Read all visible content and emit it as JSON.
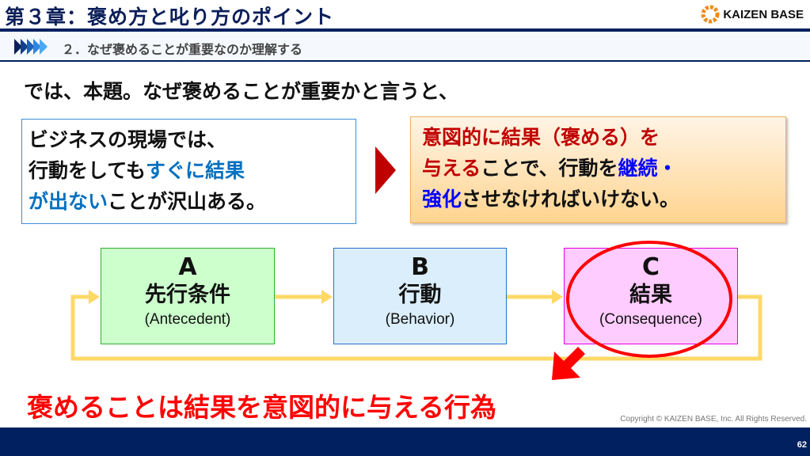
{
  "header": {
    "title": "第３章：褒め方と叱り方のポイント",
    "logo_text": "KAIZEN BASE"
  },
  "subheader": {
    "text": "２．なぜ褒めることが重要なのか理解する"
  },
  "lead": "では、本題。なぜ褒めることが重要かと言うと、",
  "left_box": {
    "line1": "ビジネスの現場では、",
    "line2a": "行動をしても",
    "line2b": "すぐに結果",
    "line3a": "が出ない",
    "line3b": "ことが沢山ある。"
  },
  "right_box": {
    "line1": "意図的に結果（褒める）を",
    "line2a": "与える",
    "line2b": "ことで、行動を",
    "line2c": "継続・",
    "line3a": "強化",
    "line3b": "させなければいけない。"
  },
  "stages": [
    {
      "letter": "A",
      "jp": "先行条件",
      "en": "(Antecedent)"
    },
    {
      "letter": "B",
      "jp": "行動",
      "en": "(Behavior)"
    },
    {
      "letter": "C",
      "jp": "結果",
      "en": "(Consequence)"
    }
  ],
  "conclusion": "褒めることは結果を意図的に与える行為",
  "footer": {
    "copyright": "Copyright ©  KAIZEN BASE, Inc.  All Rights Reserved.",
    "page": "62"
  }
}
